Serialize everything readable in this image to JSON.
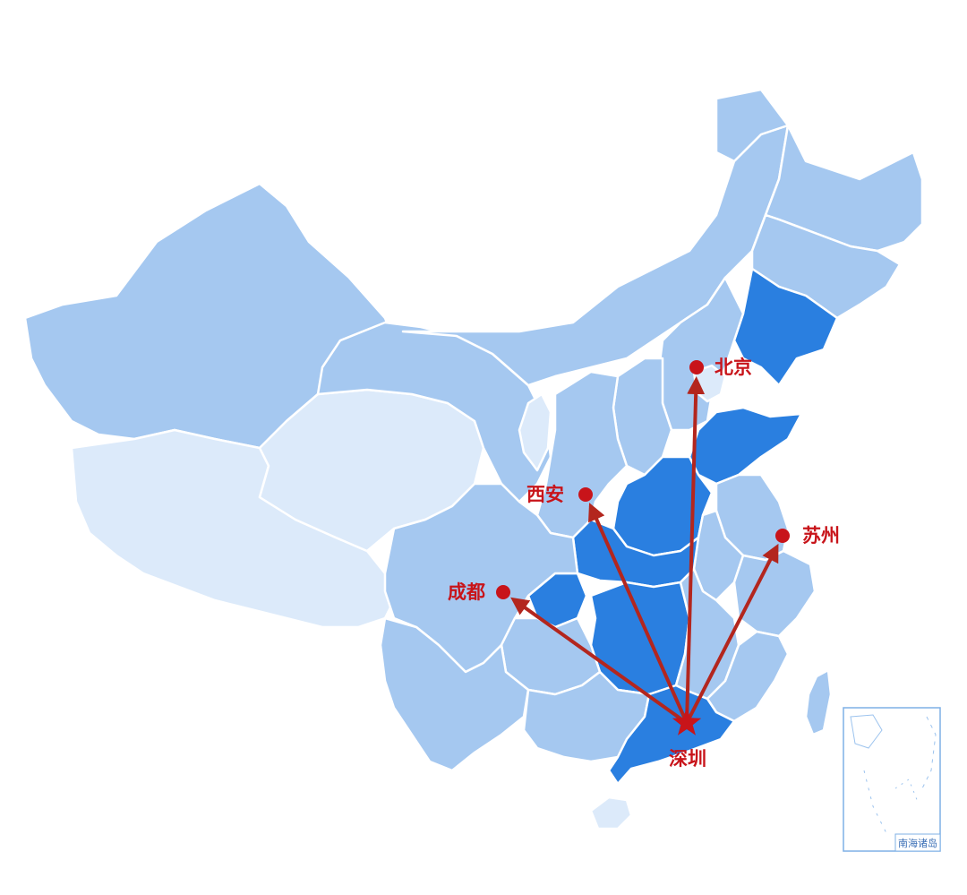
{
  "colors": {
    "tier_light": "#dceafa",
    "tier_mid": "#a5c8f0",
    "tier_dark": "#2a7fe0",
    "route": "#b3261e",
    "marker": "#c8141a"
  },
  "hub": {
    "name": "深圳",
    "marker_icon": "star-icon"
  },
  "destinations": [
    {
      "id": "beijing",
      "name": "北京"
    },
    {
      "id": "xian",
      "name": "西安"
    },
    {
      "id": "suzhou",
      "name": "苏州"
    },
    {
      "id": "chengdu",
      "name": "成都"
    }
  ],
  "inset": {
    "label": "南海诸岛"
  }
}
